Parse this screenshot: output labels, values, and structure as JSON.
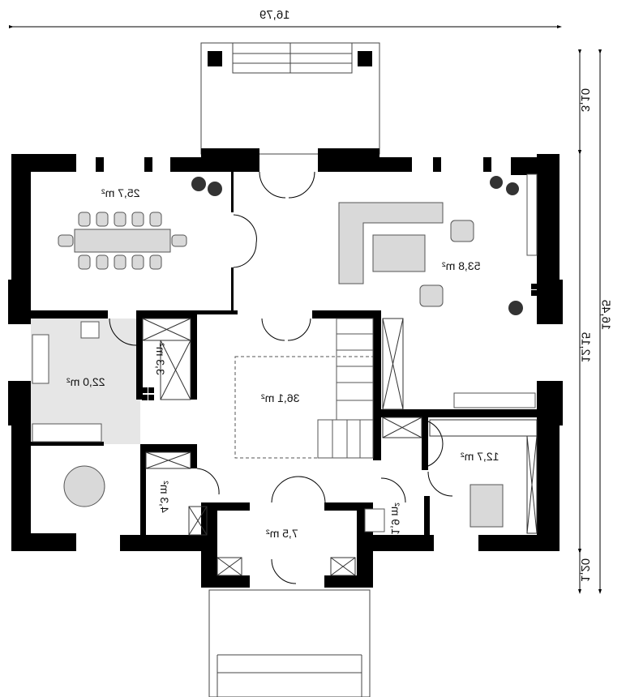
{
  "dimensions": {
    "total_width": "16,79",
    "total_depth": "16,45",
    "rear_terrace": "3,10",
    "main_body": "12,15",
    "front_porch": "1,20"
  },
  "rooms": [
    {
      "id": "dining",
      "area": "25,7 m²"
    },
    {
      "id": "living",
      "area": "53,8 m²"
    },
    {
      "id": "kitchen",
      "area": "22,0 m²"
    },
    {
      "id": "pantry",
      "area": "3,3 m²"
    },
    {
      "id": "hall",
      "area": "36,1 m²"
    },
    {
      "id": "office",
      "area": "12,7 m²"
    },
    {
      "id": "storage",
      "area": "4,3 m²"
    },
    {
      "id": "vestibule",
      "area": "7,5 m²"
    },
    {
      "id": "wc",
      "area": "1,9 m²"
    }
  ],
  "colors": {
    "wall": "#000000",
    "furniture": "#d9d9d9",
    "kitchen_floor": "#e6e6e6"
  }
}
